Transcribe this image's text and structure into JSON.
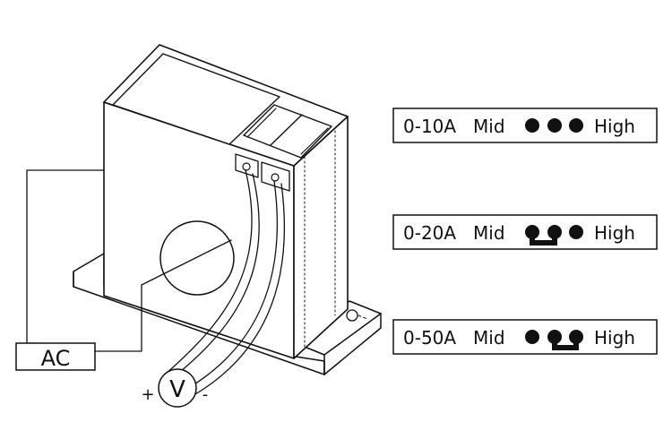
{
  "source_label": "AC",
  "meter": {
    "symbol": "V",
    "positive": "+",
    "negative": "-"
  },
  "settings": [
    {
      "range": "0-10A",
      "low_label": "Mid",
      "high_label": "High",
      "jumper": "none"
    },
    {
      "range": "0-20A",
      "low_label": "Mid",
      "high_label": "High",
      "jumper": "left"
    },
    {
      "range": "0-50A",
      "low_label": "Mid",
      "high_label": "High",
      "jumper": "right"
    }
  ],
  "colors": {
    "ink": "#111111",
    "background": "#ffffff"
  }
}
